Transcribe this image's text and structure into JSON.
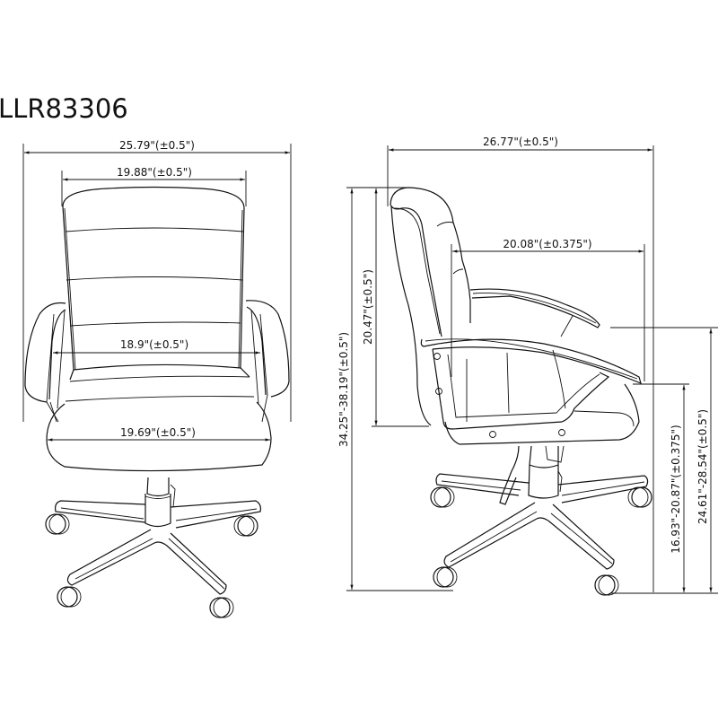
{
  "model": "LLR83306",
  "front_view": {
    "overall_width": "25.79\"(±0.5\")",
    "back_width": "19.88\"(±0.5\")",
    "inner_arm_width": "18.9\"(±0.5\")",
    "seat_width": "19.69\"(±0.5\")"
  },
  "side_view": {
    "overall_depth": "26.77\"(±0.5\")",
    "seat_depth": "20.08\"(±0.375\")",
    "back_height": "20.47\"(±0.5\")",
    "overall_height": "34.25\"-38.19\"(±0.5\")",
    "seat_height": "16.93\"-20.87\"(±0.375\")",
    "arm_height": "24.61\"-28.54\"(±0.5\")"
  }
}
